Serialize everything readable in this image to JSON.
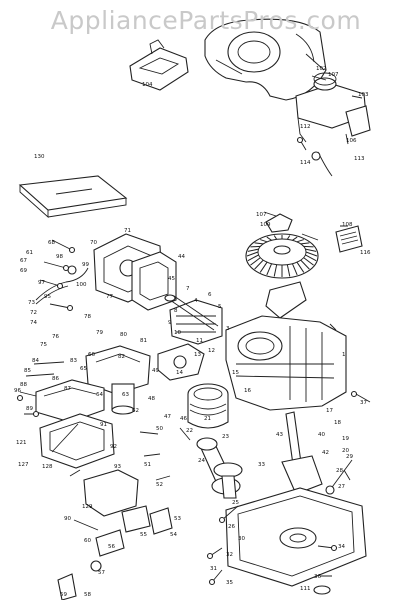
{
  "watermark": {
    "text": "AppliancePartsPros.com"
  },
  "manual": {
    "title": ""
  },
  "callouts": [
    {
      "id": "c102",
      "text": "102"
    },
    {
      "id": "c107a",
      "text": "107"
    },
    {
      "id": "c103",
      "text": "103"
    },
    {
      "id": "c104a",
      "text": "104"
    },
    {
      "id": "c106",
      "text": "106"
    },
    {
      "id": "c112",
      "text": "112"
    },
    {
      "id": "c113",
      "text": "113"
    },
    {
      "id": "c114",
      "text": "114"
    },
    {
      "id": "c130",
      "text": "130"
    },
    {
      "id": "c107b",
      "text": "107"
    },
    {
      "id": "c108",
      "text": "108"
    },
    {
      "id": "c109",
      "text": "109"
    },
    {
      "id": "c116",
      "text": "116"
    },
    {
      "id": "c61",
      "text": "61"
    },
    {
      "id": "c67",
      "text": "67"
    },
    {
      "id": "c68",
      "text": "68"
    },
    {
      "id": "c69",
      "text": "69"
    },
    {
      "id": "c70",
      "text": "70"
    },
    {
      "id": "c71",
      "text": "71"
    },
    {
      "id": "c72",
      "text": "72"
    },
    {
      "id": "c73",
      "text": "73"
    },
    {
      "id": "c74",
      "text": "74"
    },
    {
      "id": "c77",
      "text": "77"
    },
    {
      "id": "c78",
      "text": "78"
    },
    {
      "id": "c1",
      "text": "1"
    },
    {
      "id": "c3",
      "text": "3"
    },
    {
      "id": "c4",
      "text": "4"
    },
    {
      "id": "c5",
      "text": "5"
    },
    {
      "id": "c6",
      "text": "6"
    },
    {
      "id": "c7",
      "text": "7"
    },
    {
      "id": "c8",
      "text": "8"
    },
    {
      "id": "c9",
      "text": "9"
    },
    {
      "id": "c10",
      "text": "10"
    },
    {
      "id": "c11",
      "text": "11"
    },
    {
      "id": "c12",
      "text": "12"
    },
    {
      "id": "c13",
      "text": "13"
    },
    {
      "id": "c14",
      "text": "14"
    },
    {
      "id": "c15",
      "text": "15"
    },
    {
      "id": "c16",
      "text": "16"
    },
    {
      "id": "c17",
      "text": "17"
    },
    {
      "id": "c18",
      "text": "18"
    },
    {
      "id": "c19",
      "text": "19"
    },
    {
      "id": "c20",
      "text": "20"
    },
    {
      "id": "c21",
      "text": "21"
    },
    {
      "id": "c22",
      "text": "22"
    },
    {
      "id": "c23",
      "text": "23"
    },
    {
      "id": "c24",
      "text": "24"
    },
    {
      "id": "c25",
      "text": "25"
    },
    {
      "id": "c26",
      "text": "26"
    },
    {
      "id": "c27",
      "text": "27"
    },
    {
      "id": "c28",
      "text": "28"
    },
    {
      "id": "c29",
      "text": "29"
    },
    {
      "id": "c30",
      "text": "30"
    },
    {
      "id": "c31",
      "text": "31"
    },
    {
      "id": "c32",
      "text": "32"
    },
    {
      "id": "c33",
      "text": "33"
    },
    {
      "id": "c34",
      "text": "34"
    },
    {
      "id": "c35",
      "text": "35"
    },
    {
      "id": "c36",
      "text": "36"
    },
    {
      "id": "c37",
      "text": "37"
    },
    {
      "id": "c40",
      "text": "40"
    },
    {
      "id": "c42",
      "text": "42"
    },
    {
      "id": "c43",
      "text": "43"
    },
    {
      "id": "c44",
      "text": "44"
    },
    {
      "id": "c45",
      "text": "45"
    },
    {
      "id": "c46",
      "text": "46"
    },
    {
      "id": "c47",
      "text": "47"
    },
    {
      "id": "c48",
      "text": "48"
    },
    {
      "id": "c49",
      "text": "49"
    },
    {
      "id": "c50",
      "text": "50"
    },
    {
      "id": "c51",
      "text": "51"
    },
    {
      "id": "c52",
      "text": "52"
    },
    {
      "id": "c53",
      "text": "53"
    },
    {
      "id": "c54",
      "text": "54"
    },
    {
      "id": "c55",
      "text": "55"
    },
    {
      "id": "c56",
      "text": "56"
    },
    {
      "id": "c57",
      "text": "57"
    },
    {
      "id": "c58",
      "text": "58"
    },
    {
      "id": "c59",
      "text": "59"
    },
    {
      "id": "c60",
      "text": "60"
    },
    {
      "id": "c62",
      "text": "62"
    },
    {
      "id": "c63",
      "text": "63"
    },
    {
      "id": "c64",
      "text": "64"
    },
    {
      "id": "c65",
      "text": "65"
    },
    {
      "id": "c66",
      "text": "66"
    },
    {
      "id": "c75",
      "text": "75"
    },
    {
      "id": "c76",
      "text": "76"
    },
    {
      "id": "c79",
      "text": "79"
    },
    {
      "id": "c80",
      "text": "80"
    },
    {
      "id": "c81",
      "text": "81"
    },
    {
      "id": "c82",
      "text": "82"
    },
    {
      "id": "c83",
      "text": "83"
    },
    {
      "id": "c84",
      "text": "84"
    },
    {
      "id": "c85",
      "text": "85"
    },
    {
      "id": "c86",
      "text": "86"
    },
    {
      "id": "c87",
      "text": "87"
    },
    {
      "id": "c88",
      "text": "88"
    },
    {
      "id": "c89",
      "text": "89"
    },
    {
      "id": "c90",
      "text": "90"
    },
    {
      "id": "c91",
      "text": "91"
    },
    {
      "id": "c92",
      "text": "92"
    },
    {
      "id": "c93",
      "text": "93"
    },
    {
      "id": "c95",
      "text": "95"
    },
    {
      "id": "c96",
      "text": "96"
    },
    {
      "id": "c97",
      "text": "97"
    },
    {
      "id": "c98",
      "text": "98"
    },
    {
      "id": "c99",
      "text": "99"
    },
    {
      "id": "c100",
      "text": "100"
    },
    {
      "id": "c111",
      "text": "111"
    },
    {
      "id": "c121",
      "text": "121"
    },
    {
      "id": "c127",
      "text": "127"
    },
    {
      "id": "c128",
      "text": "128"
    },
    {
      "id": "c129",
      "text": "129"
    }
  ]
}
